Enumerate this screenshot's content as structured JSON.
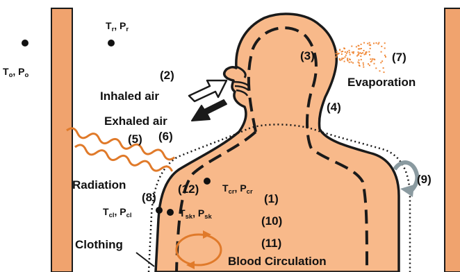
{
  "colors": {
    "skin": "#f8b98a",
    "wall": "#f0a36e",
    "outline": "#1a1a1a",
    "spray": "#f08a3a",
    "wave": "#e07a2a",
    "circulation": "#e07a2a",
    "arrow_gray": "#8a9aa0"
  },
  "labels": {
    "n2": "(2)",
    "n3": "(3)",
    "n4": "(4)",
    "n5": "(5)",
    "n6": "(6)",
    "n7": "(7)",
    "n8": "(8)",
    "n9": "(9)",
    "n1": "(1)",
    "n10": "(10)",
    "n11": "(11)",
    "n12": "(12)",
    "inhaled": "Inhaled air",
    "exhaled": "Exhaled air",
    "evaporation": "Evaporation",
    "radiation": "Radiation",
    "clothing": "Clothing",
    "blood": "Blood Circulation"
  },
  "vars": {
    "T": "T",
    "P": "P",
    "sep": ", ",
    "o": "o",
    "r": "r",
    "cl": "cl",
    "sk": "sk",
    "cr": "cr"
  },
  "icons": {
    "inhale_arrow": "hollow-arrow-icon",
    "exhale_arrow": "solid-arrow-icon",
    "clothing_arrow": "curved-arrow-icon",
    "circulation": "circular-arrow-icon"
  }
}
